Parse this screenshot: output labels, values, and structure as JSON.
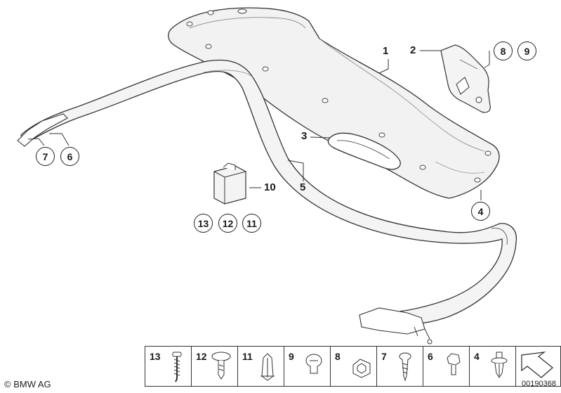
{
  "labels": {
    "l1": "1",
    "l2": "2",
    "l3": "3",
    "l5": "5",
    "l10": "10",
    "c4": "4",
    "c6": "6",
    "c7": "7",
    "c8": "8",
    "c9": "9",
    "c11": "11",
    "c12": "12",
    "c13": "13"
  },
  "legend": [
    {
      "number": "13",
      "part": "screw-icon"
    },
    {
      "number": "12",
      "part": "rivet-icon"
    },
    {
      "number": "11",
      "part": "expanding-clip-icon"
    },
    {
      "number": "9",
      "part": "plug-icon"
    },
    {
      "number": "8",
      "part": "clip-nut-icon"
    },
    {
      "number": "7",
      "part": "tapping-screw-icon"
    },
    {
      "number": "6",
      "part": "bolt-icon"
    },
    {
      "number": "4",
      "part": "spreader-rivet-icon"
    },
    {
      "number": "",
      "part": "arrow-icon"
    }
  ],
  "footer": {
    "copyright": "© BMW AG",
    "diagram_code": "00190368"
  }
}
